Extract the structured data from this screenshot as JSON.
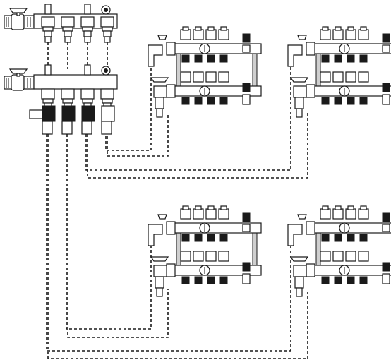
{
  "colors": {
    "line": "#1a1a1a",
    "background": "#ffffff",
    "fitting_fill": "#ffffff",
    "shade": "#cfcfcf"
  },
  "source_manifold": {
    "supply_valve_icon": "ball-valve-icon",
    "return_valve_icon": "ball-valve-icon",
    "gauge_icon": "pressure-gauge-icon",
    "outlets": 4
  },
  "zones": [
    {
      "name": "zone-top-left",
      "loops": 4
    },
    {
      "name": "zone-top-right",
      "loops": 4
    },
    {
      "name": "zone-bottom-left",
      "loops": 4
    },
    {
      "name": "zone-bottom-right",
      "loops": 4
    }
  ],
  "pipe_style": "dashed"
}
